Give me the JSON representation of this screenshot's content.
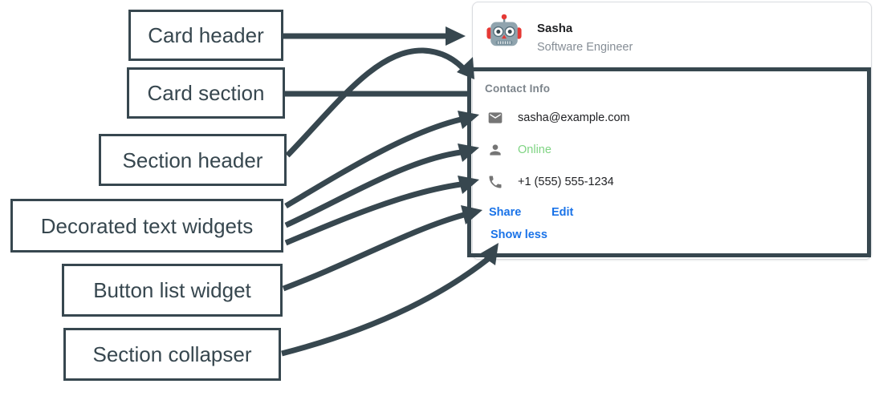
{
  "diagram": {
    "labels": [
      {
        "id": "card-header",
        "text": "Card header"
      },
      {
        "id": "card-section",
        "text": "Card section"
      },
      {
        "id": "section-header",
        "text": "Section header"
      },
      {
        "id": "decorated-text-widgets",
        "text": "Decorated text widgets"
      },
      {
        "id": "button-list-widget",
        "text": "Button list widget"
      },
      {
        "id": "section-collapser",
        "text": "Section collapser"
      }
    ]
  },
  "card": {
    "header": {
      "avatar_icon": "robot-icon",
      "name": "Sasha",
      "role": "Software Engineer"
    },
    "section": {
      "header": "Contact Info",
      "rows": [
        {
          "icon": "mail-icon",
          "text": "sasha@example.com"
        },
        {
          "icon": "person-icon",
          "text": "Online"
        },
        {
          "icon": "phone-icon",
          "text": "+1 (555) 555-1234"
        }
      ],
      "buttons": [
        {
          "label": "Share"
        },
        {
          "label": "Edit"
        }
      ],
      "collapser_label": "Show less"
    }
  },
  "colors": {
    "annotation_dark": "#37474f",
    "card_border": "#dadce0",
    "text_primary": "#202124",
    "text_secondary": "#868e96",
    "section_header_gray": "#7c848b",
    "online_green": "#7fd483",
    "link_blue": "#1a73e8",
    "icon_gray": "#757575",
    "avatar_red": "#e53935",
    "avatar_gray": "#90a4ae"
  }
}
